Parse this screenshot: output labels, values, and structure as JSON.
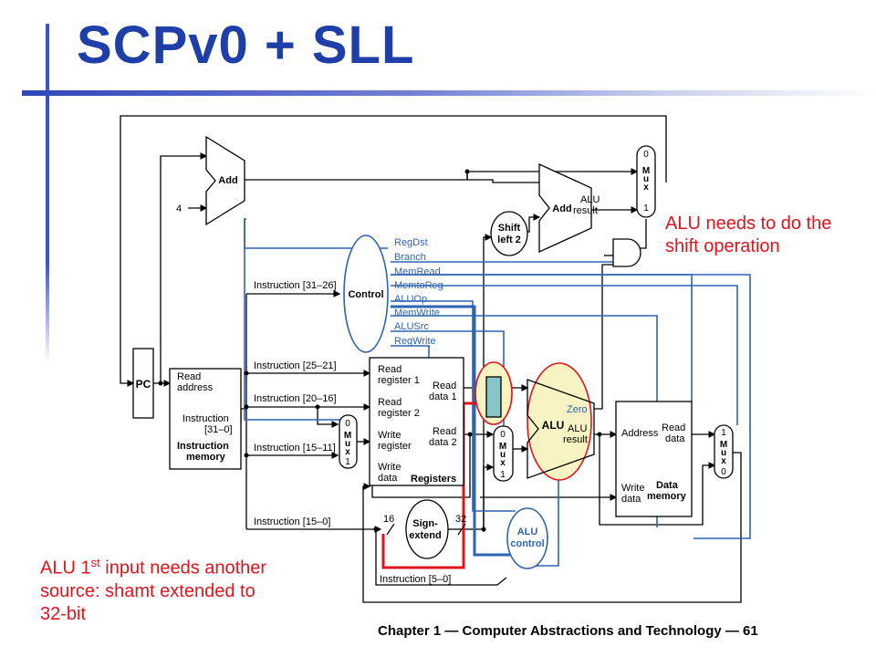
{
  "slide": {
    "title": "SCPv0 + SLL",
    "footer": "Chapter 1 — Computer Abstractions and Technology — 61"
  },
  "annotations": {
    "alu_line1": "ALU needs to do the",
    "alu_line2": "shift operation",
    "shamt_line1_pre": "ALU 1",
    "shamt_line1_sup": "st",
    "shamt_line1_post": " input needs another",
    "shamt_line2": "source: shamt extended to",
    "shamt_line3": "32-bit"
  },
  "diagram": {
    "pc": "PC",
    "add": "Add",
    "four": "4",
    "add_alu": "Add",
    "alu_result_1": "ALU",
    "alu_result_2": "result",
    "shift_1": "Shift",
    "shift_2": "left 2",
    "control": "Control",
    "control_signals": [
      "RegDst",
      "Branch",
      "MemRead",
      "MemtoReg",
      "ALUOp",
      "MemWrite",
      "ALUSrc",
      "RegWrite"
    ],
    "imem": [
      "Read",
      "address",
      "Instruction",
      "[31–0]",
      "Instruction",
      "memory"
    ],
    "instr_fields": [
      "Instruction [31–26]",
      "Instruction [25–21]",
      "Instruction [20–16]",
      "Instruction [15–11]",
      "Instruction [15–0]",
      "Instruction [5–0]"
    ],
    "regs": [
      "Read",
      "register 1",
      "Read",
      "register 2",
      "Write",
      "register",
      "Write",
      "data",
      "Registers"
    ],
    "read_data1": [
      "Read",
      "data 1"
    ],
    "read_data2": [
      "Read",
      "data 2"
    ],
    "alu": "ALU",
    "zero": "Zero",
    "alu_res": [
      "ALU",
      "result"
    ],
    "dmem": [
      "Address",
      "Read",
      "data",
      "Write",
      "data",
      "Data",
      "memory"
    ],
    "sign": [
      "Sign-",
      "extend"
    ],
    "bits16": "16",
    "bits32": "32",
    "alu_control": [
      "ALU",
      "control"
    ],
    "mux": "Mux",
    "mux_m": "M",
    "mux_u": "u",
    "mux_x": "x",
    "zero_in": "0",
    "one_in": "1"
  }
}
